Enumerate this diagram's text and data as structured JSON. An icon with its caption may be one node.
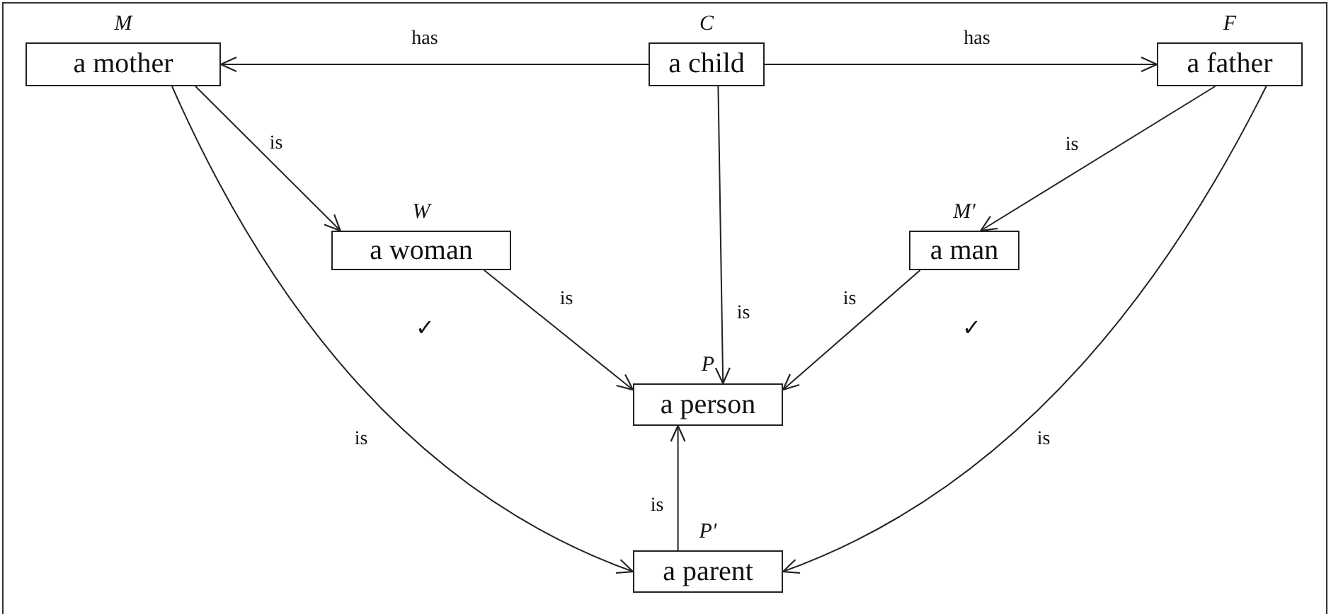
{
  "diagram": {
    "nodes": [
      {
        "text": [
          "a mother"
        ],
        "beside": [
          "M"
        ]
      },
      {
        "text": [
          "a child"
        ],
        "beside": [
          "C"
        ]
      },
      {
        "text": [
          "a father"
        ],
        "beside": [
          "F"
        ]
      },
      {
        "text": [
          "a woman"
        ],
        "beside": [
          "W"
        ]
      },
      {
        "text": [
          "a man"
        ],
        "beside": [
          "M′"
        ]
      },
      {
        "text": [
          "a person"
        ],
        "beside": [
          "P"
        ]
      },
      {
        "text": [
          "a parent"
        ],
        "beside": [
          "P′"
        ]
      }
    ],
    "edges": [
      {
        "from": 1,
        "to": 0,
        "arrow": "to",
        "label": "has"
      },
      {
        "from": 1,
        "to": 2,
        "arrow": "to",
        "label": "has"
      },
      {
        "from": 0,
        "to": 3,
        "arrow": "to",
        "label": "is"
      },
      {
        "from": 2,
        "to": 4,
        "arrow": "to",
        "label": "is"
      },
      {
        "from": 1,
        "to": 5,
        "arrow": "to",
        "label": "is"
      },
      {
        "from": 3,
        "to": 5,
        "arrow": "to",
        "label": "is"
      },
      {
        "from": 4,
        "to": 5,
        "arrow": "to",
        "label": "is"
      },
      {
        "from": 6,
        "to": 5,
        "arrow": "to",
        "label": "is"
      },
      {
        "from": 0,
        "to": 6,
        "arrow": "to",
        "label": "is"
      },
      {
        "from": 2,
        "to": 6,
        "arrow": "to",
        "label": "is"
      }
    ],
    "labels": [
      "✓",
      "✓"
    ]
  }
}
